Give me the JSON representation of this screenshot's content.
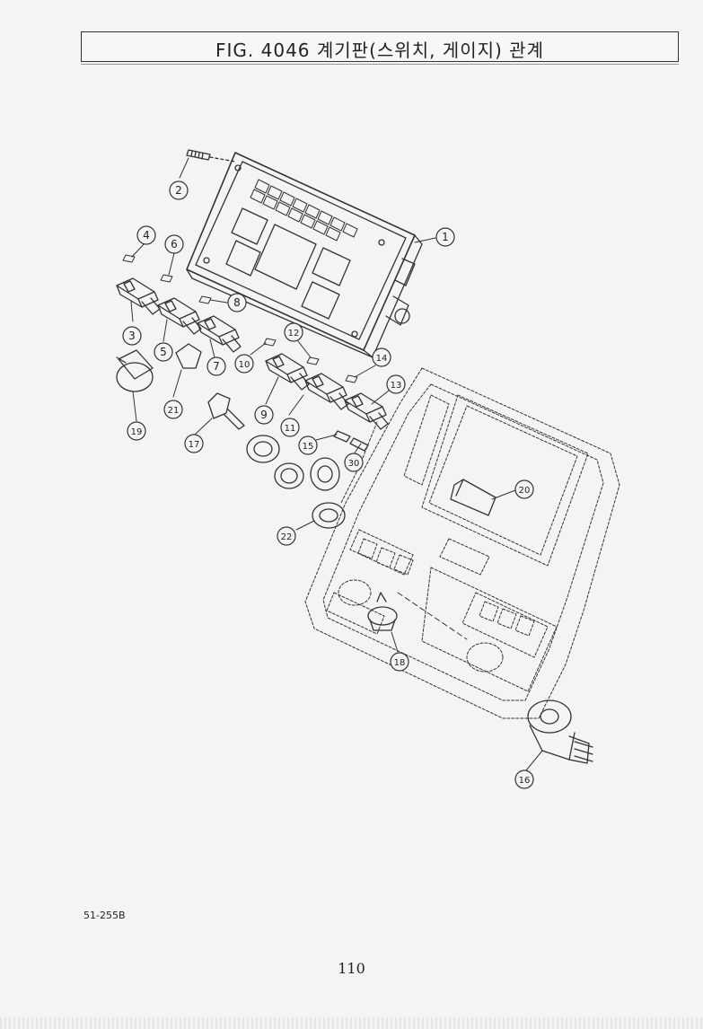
{
  "header": {
    "title": "FIG. 4046 계기판(스위치, 게이지) 관계"
  },
  "callouts": [
    {
      "id": "c1",
      "label": "1"
    },
    {
      "id": "c2",
      "label": "2"
    },
    {
      "id": "c3",
      "label": "3"
    },
    {
      "id": "c4",
      "label": "4"
    },
    {
      "id": "c5",
      "label": "5"
    },
    {
      "id": "c6",
      "label": "6"
    },
    {
      "id": "c7",
      "label": "7"
    },
    {
      "id": "c8",
      "label": "8"
    },
    {
      "id": "c9",
      "label": "9"
    },
    {
      "id": "c10",
      "label": "10"
    },
    {
      "id": "c11",
      "label": "11"
    },
    {
      "id": "c12",
      "label": "12"
    },
    {
      "id": "c13",
      "label": "13"
    },
    {
      "id": "c14",
      "label": "14"
    },
    {
      "id": "c15",
      "label": "15"
    },
    {
      "id": "c16",
      "label": "16"
    },
    {
      "id": "c17",
      "label": "17"
    },
    {
      "id": "c18",
      "label": "18"
    },
    {
      "id": "c19",
      "label": "19"
    },
    {
      "id": "c20",
      "label": "20"
    },
    {
      "id": "c21",
      "label": "21"
    },
    {
      "id": "c22",
      "label": "22"
    },
    {
      "id": "c30",
      "label": "30"
    }
  ],
  "footer": {
    "drawing_code": "51-255B",
    "page_number": "110"
  }
}
